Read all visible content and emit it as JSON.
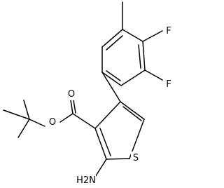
{
  "molecule": {
    "atoms": {
      "oxygen_carbonyl": "O",
      "oxygen_ester": "O",
      "fluorine_upper": "F",
      "fluorine_lower": "F",
      "sulfur": "S",
      "amino": "H2N"
    }
  },
  "colors": {
    "bond": "#000000",
    "label": "#000000",
    "background": "#ffffff"
  }
}
